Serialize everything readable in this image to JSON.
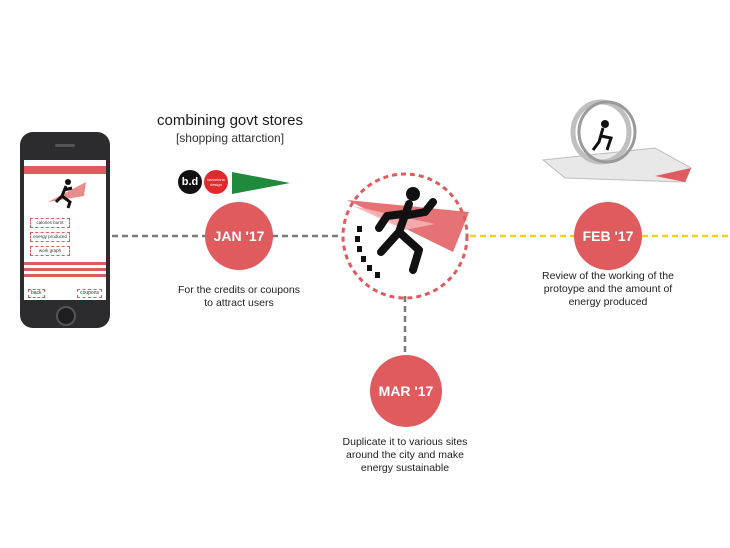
{
  "heading": {
    "title": "combining govt stores",
    "subtitle": "[shopping attarction]"
  },
  "logos": {
    "bd": "b.d",
    "barcelona": "barcelona design"
  },
  "milestones": [
    {
      "label": "JAN '17",
      "description_lines": [
        "For the credits or coupons",
        "to attract users"
      ]
    },
    {
      "label": "FEB '17",
      "description_lines": [
        "Review of the working of the",
        "protoype and the amount of",
        "energy produced"
      ]
    },
    {
      "label": "MAR '17",
      "description_lines": [
        "Duplicate it to various sites",
        "around the city and make",
        "energy sustainable"
      ]
    }
  ],
  "phone": {
    "chips": [
      "calories burnt",
      "energy produced",
      "work graph"
    ],
    "back_label": "back",
    "coupons_label": "coupons"
  },
  "colors": {
    "accent": "#e05b5e",
    "future_line": "#f2d21e",
    "past_line": "#7a7a7a"
  }
}
